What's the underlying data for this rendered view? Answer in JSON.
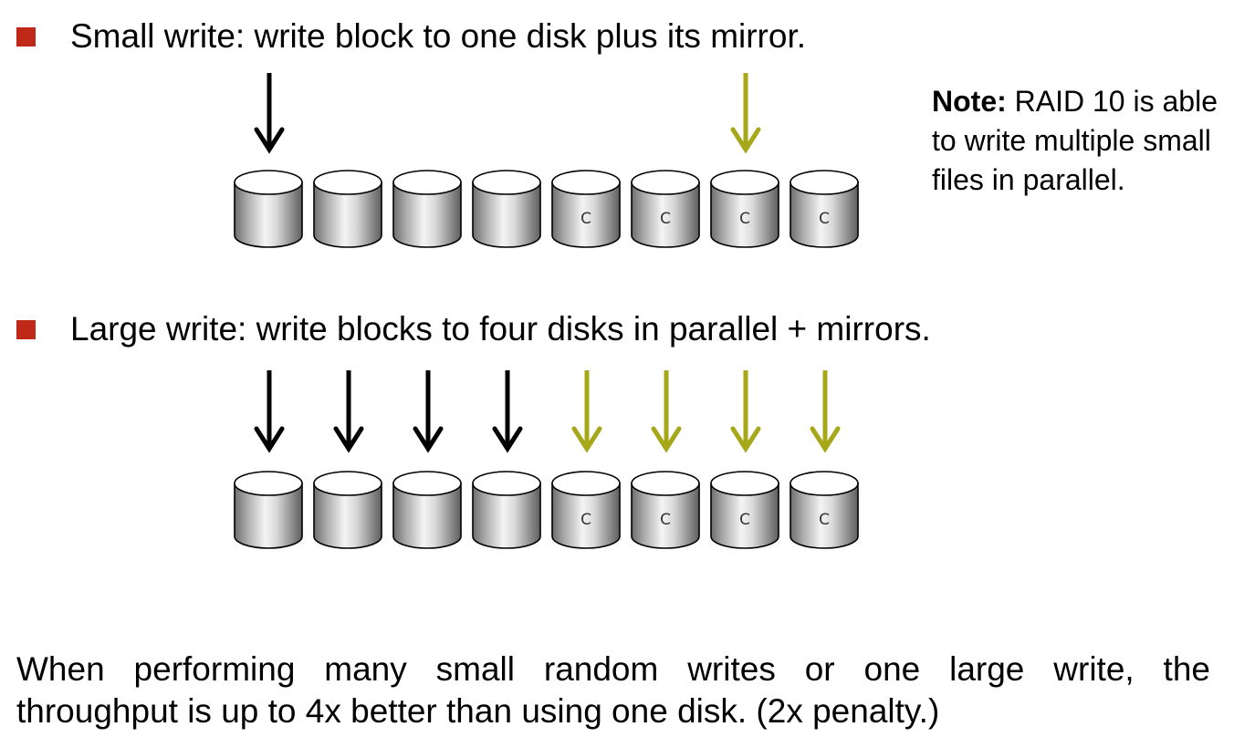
{
  "bullet_color": "#c0281a",
  "colors": {
    "data_arrow": "#000000",
    "mirror_arrow": "#a7a71a",
    "disk_top": "#ffffff",
    "disk_outline": "#000000"
  },
  "small_write": {
    "text": "Small write: write block to one disk plus its mirror.",
    "disks": [
      {
        "label": "",
        "arrow": "data"
      },
      {
        "label": "",
        "arrow": "none"
      },
      {
        "label": "",
        "arrow": "none"
      },
      {
        "label": "",
        "arrow": "none"
      },
      {
        "label": "C",
        "arrow": "none"
      },
      {
        "label": "C",
        "arrow": "none"
      },
      {
        "label": "C",
        "arrow": "mirror"
      },
      {
        "label": "C",
        "arrow": "none"
      }
    ]
  },
  "large_write": {
    "text": "Large write: write blocks to four disks in parallel + mirrors.",
    "disks": [
      {
        "label": "",
        "arrow": "data"
      },
      {
        "label": "",
        "arrow": "data"
      },
      {
        "label": "",
        "arrow": "data"
      },
      {
        "label": "",
        "arrow": "data"
      },
      {
        "label": "C",
        "arrow": "mirror"
      },
      {
        "label": "C",
        "arrow": "mirror"
      },
      {
        "label": "C",
        "arrow": "mirror"
      },
      {
        "label": "C",
        "arrow": "mirror"
      }
    ]
  },
  "note": {
    "label": "Note:",
    "text": " RAID 10 is able to write multiple small files in parallel."
  },
  "summary": {
    "line1": "When performing many small random writes or one large write, the",
    "line2": "throughput is up to 4x better than using one disk.  (2x penalty.)"
  }
}
